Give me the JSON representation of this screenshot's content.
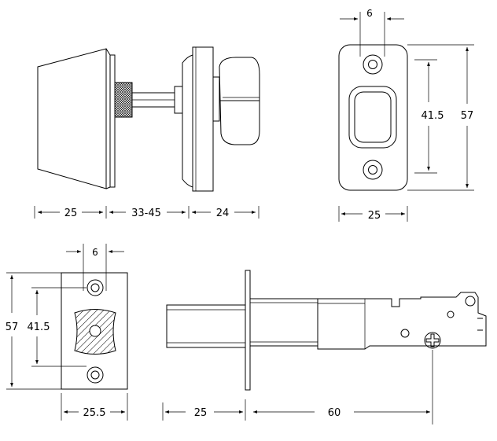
{
  "top_left": {
    "d1": "25",
    "d2": "33-45",
    "d3": "24"
  },
  "top_right": {
    "hole_spacing": "6",
    "height_inner": "41.5",
    "height_total": "57",
    "width": "25"
  },
  "bottom_left": {
    "hole_spacing": "6",
    "height_total": "57",
    "height_inner": "41.5",
    "width": "25.5"
  },
  "bottom_right": {
    "d1": "25",
    "d2": "60"
  }
}
